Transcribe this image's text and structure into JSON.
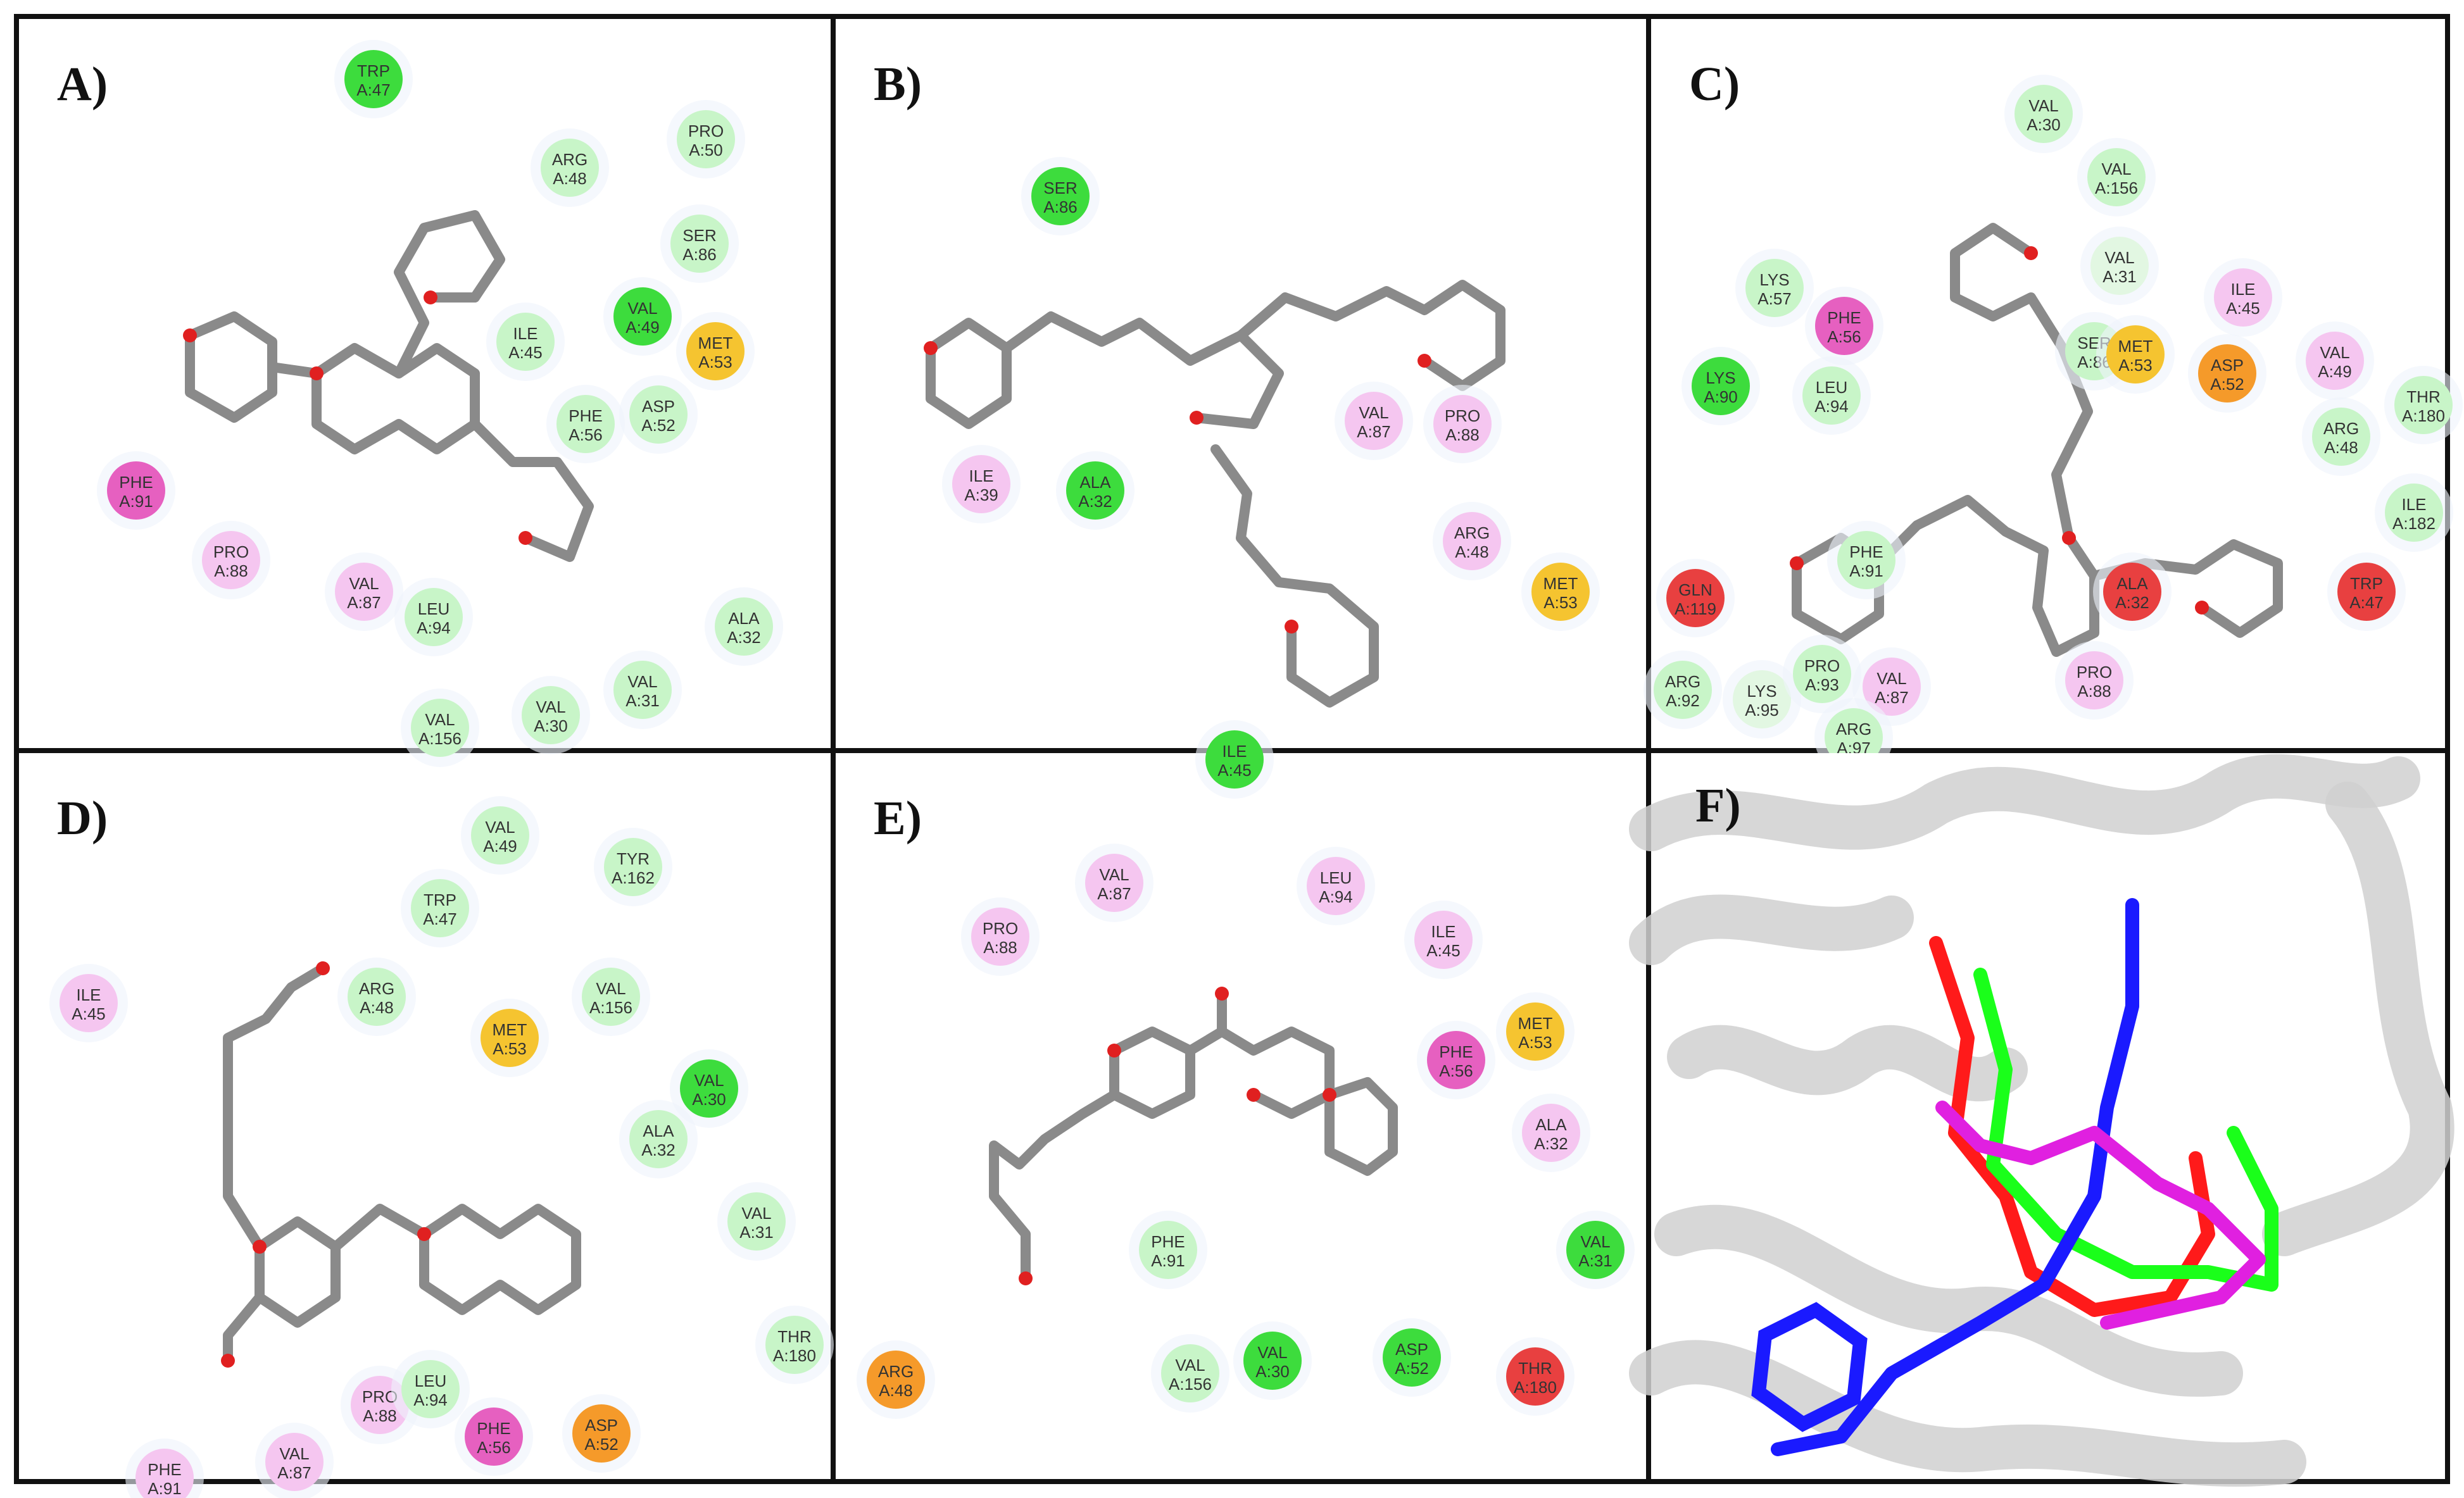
{
  "figure": {
    "interaction_colors": {
      "conventional_hbond": "#3ddc3d",
      "van_der_waals": "#c8f5c8",
      "pi_alkyl": "#f5c6f0",
      "pi_pi_stacked": "#e660c0",
      "pi_sulfur": "#f5c430",
      "pi_anion": "#f59a2a",
      "unfavorable": "#e84040",
      "carbon_bond": "#e2f7e2"
    },
    "panels": [
      {
        "label": "A)",
        "residues": [
          {
            "name": "TRP",
            "id": "A:47",
            "type": "conventional_hbond"
          },
          {
            "name": "ARG",
            "id": "A:48",
            "type": "van_der_waals"
          },
          {
            "name": "PRO",
            "id": "A:50",
            "type": "van_der_waals"
          },
          {
            "name": "SER",
            "id": "A:86",
            "type": "van_der_waals"
          },
          {
            "name": "VAL",
            "id": "A:49",
            "type": "conventional_hbond"
          },
          {
            "name": "ILE",
            "id": "A:45",
            "type": "van_der_waals"
          },
          {
            "name": "MET",
            "id": "A:53",
            "type": "pi_sulfur"
          },
          {
            "name": "ASP",
            "id": "A:52",
            "type": "van_der_waals"
          },
          {
            "name": "PHE",
            "id": "A:56",
            "type": "van_der_waals"
          },
          {
            "name": "PHE",
            "id": "A:91",
            "type": "pi_pi_stacked"
          },
          {
            "name": "PRO",
            "id": "A:88",
            "type": "pi_alkyl"
          },
          {
            "name": "VAL",
            "id": "A:87",
            "type": "pi_alkyl"
          },
          {
            "name": "LEU",
            "id": "A:94",
            "type": "van_der_waals"
          },
          {
            "name": "ALA",
            "id": "A:32",
            "type": "van_der_waals"
          },
          {
            "name": "VAL",
            "id": "A:31",
            "type": "van_der_waals"
          },
          {
            "name": "VAL",
            "id": "A:30",
            "type": "van_der_waals"
          },
          {
            "name": "VAL",
            "id": "A:156",
            "type": "van_der_waals"
          }
        ]
      },
      {
        "label": "B)",
        "residues": [
          {
            "name": "SER",
            "id": "A:86",
            "type": "conventional_hbond"
          },
          {
            "name": "ILE",
            "id": "A:39",
            "type": "pi_alkyl"
          },
          {
            "name": "ALA",
            "id": "A:32",
            "type": "conventional_hbond"
          },
          {
            "name": "VAL",
            "id": "A:87",
            "type": "pi_alkyl"
          },
          {
            "name": "PRO",
            "id": "A:88",
            "type": "pi_alkyl"
          },
          {
            "name": "ARG",
            "id": "A:48",
            "type": "pi_alkyl"
          },
          {
            "name": "MET",
            "id": "A:53",
            "type": "pi_sulfur"
          },
          {
            "name": "ILE",
            "id": "A:45",
            "type": "conventional_hbond"
          }
        ]
      },
      {
        "label": "C)",
        "residues": [
          {
            "name": "VAL",
            "id": "A:30",
            "type": "van_der_waals"
          },
          {
            "name": "VAL",
            "id": "A:156",
            "type": "van_der_waals"
          },
          {
            "name": "VAL",
            "id": "A:31",
            "type": "carbon_bond"
          },
          {
            "name": "LYS",
            "id": "A:57",
            "type": "van_der_waals"
          },
          {
            "name": "PHE",
            "id": "A:56",
            "type": "pi_pi_stacked"
          },
          {
            "name": "SER",
            "id": "A:86",
            "type": "van_der_waals"
          },
          {
            "name": "MET",
            "id": "A:53",
            "type": "pi_sulfur"
          },
          {
            "name": "ILE",
            "id": "A:45",
            "type": "pi_alkyl"
          },
          {
            "name": "ASP",
            "id": "A:52",
            "type": "pi_anion"
          },
          {
            "name": "VAL",
            "id": "A:49",
            "type": "pi_alkyl"
          },
          {
            "name": "LYS",
            "id": "A:90",
            "type": "conventional_hbond"
          },
          {
            "name": "LEU",
            "id": "A:94",
            "type": "van_der_waals"
          },
          {
            "name": "THR",
            "id": "A:180",
            "type": "van_der_waals"
          },
          {
            "name": "ARG",
            "id": "A:48",
            "type": "van_der_waals"
          },
          {
            "name": "ILE",
            "id": "A:182",
            "type": "van_der_waals"
          },
          {
            "name": "PHE",
            "id": "A:91",
            "type": "van_der_waals"
          },
          {
            "name": "GLN",
            "id": "A:119",
            "type": "unfavorable"
          },
          {
            "name": "ALA",
            "id": "A:32",
            "type": "unfavorable"
          },
          {
            "name": "TRP",
            "id": "A:47",
            "type": "unfavorable"
          },
          {
            "name": "ARG",
            "id": "A:92",
            "type": "van_der_waals"
          },
          {
            "name": "LYS",
            "id": "A:95",
            "type": "carbon_bond"
          },
          {
            "name": "PRO",
            "id": "A:93",
            "type": "van_der_waals"
          },
          {
            "name": "VAL",
            "id": "A:87",
            "type": "pi_alkyl"
          },
          {
            "name": "PRO",
            "id": "A:88",
            "type": "pi_alkyl"
          },
          {
            "name": "ARG",
            "id": "A:97",
            "type": "van_der_waals"
          }
        ]
      },
      {
        "label": "D)",
        "residues": [
          {
            "name": "VAL",
            "id": "A:49",
            "type": "van_der_waals"
          },
          {
            "name": "TYR",
            "id": "A:162",
            "type": "van_der_waals"
          },
          {
            "name": "TRP",
            "id": "A:47",
            "type": "van_der_waals"
          },
          {
            "name": "ILE",
            "id": "A:45",
            "type": "pi_alkyl"
          },
          {
            "name": "ARG",
            "id": "A:48",
            "type": "van_der_waals"
          },
          {
            "name": "MET",
            "id": "A:53",
            "type": "pi_sulfur"
          },
          {
            "name": "VAL",
            "id": "A:156",
            "type": "van_der_waals"
          },
          {
            "name": "VAL",
            "id": "A:30",
            "type": "conventional_hbond"
          },
          {
            "name": "ALA",
            "id": "A:32",
            "type": "van_der_waals"
          },
          {
            "name": "VAL",
            "id": "A:31",
            "type": "van_der_waals"
          },
          {
            "name": "THR",
            "id": "A:180",
            "type": "van_der_waals"
          },
          {
            "name": "PRO",
            "id": "A:88",
            "type": "pi_alkyl"
          },
          {
            "name": "LEU",
            "id": "A:94",
            "type": "van_der_waals"
          },
          {
            "name": "PHE",
            "id": "A:56",
            "type": "pi_pi_stacked"
          },
          {
            "name": "ASP",
            "id": "A:52",
            "type": "pi_anion"
          },
          {
            "name": "PHE",
            "id": "A:91",
            "type": "pi_alkyl"
          },
          {
            "name": "VAL",
            "id": "A:87",
            "type": "pi_alkyl"
          }
        ]
      },
      {
        "label": "E)",
        "residues": [
          {
            "name": "VAL",
            "id": "A:87",
            "type": "pi_alkyl"
          },
          {
            "name": "LEU",
            "id": "A:94",
            "type": "pi_alkyl"
          },
          {
            "name": "PRO",
            "id": "A:88",
            "type": "pi_alkyl"
          },
          {
            "name": "ILE",
            "id": "A:45",
            "type": "pi_alkyl"
          },
          {
            "name": "MET",
            "id": "A:53",
            "type": "pi_sulfur"
          },
          {
            "name": "PHE",
            "id": "A:56",
            "type": "pi_pi_stacked"
          },
          {
            "name": "ALA",
            "id": "A:32",
            "type": "pi_alkyl"
          },
          {
            "name": "PHE",
            "id": "A:91",
            "type": "van_der_waals"
          },
          {
            "name": "VAL",
            "id": "A:31",
            "type": "conventional_hbond"
          },
          {
            "name": "ARG",
            "id": "A:48",
            "type": "pi_anion"
          },
          {
            "name": "VAL",
            "id": "A:156",
            "type": "van_der_waals"
          },
          {
            "name": "VAL",
            "id": "A:30",
            "type": "conventional_hbond"
          },
          {
            "name": "ASP",
            "id": "A:52",
            "type": "conventional_hbond"
          },
          {
            "name": "THR",
            "id": "A:180",
            "type": "unfavorable"
          }
        ]
      },
      {
        "label": "F)",
        "ligand_colors": [
          "#ff1a1a",
          "#1aff1a",
          "#1a1aff",
          "#e020e0"
        ],
        "protein_color": "#d0d0d0"
      }
    ]
  }
}
